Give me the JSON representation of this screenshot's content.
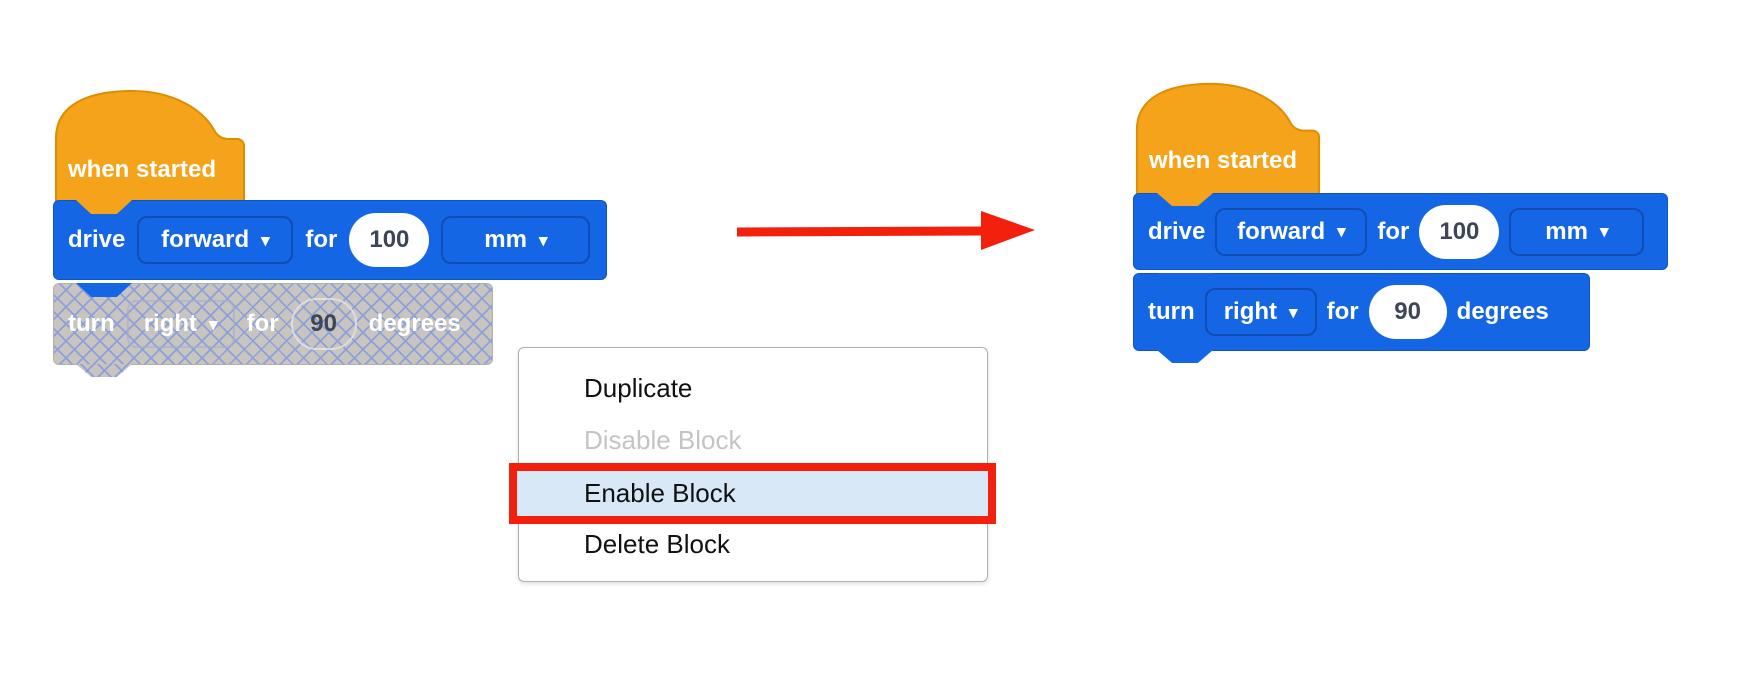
{
  "colors": {
    "block_blue": "#1566e4",
    "block_blue_border": "#0e55c8",
    "hat_orange": "#f5a31a",
    "hat_orange_border": "#dd8e00",
    "disabled_gray": "#c8c5c0",
    "hatch_line": "#8da1d9",
    "red_accent": "#f2200d",
    "menu_highlight": "#d8e8f7",
    "menu_border": "#b0b0b0",
    "disabled_text": "#c4c4c4",
    "value_text": "#3d4656"
  },
  "icons": {
    "dropdown_caret": "▾"
  },
  "left_stack": {
    "hat": {
      "label": "when started"
    },
    "drive": {
      "verb": "drive",
      "direction": "forward",
      "for_label": "for",
      "distance": "100",
      "unit": "mm"
    },
    "turn": {
      "verb": "turn",
      "direction": "right",
      "for_label": "for",
      "angle": "90",
      "unit_label": "degrees",
      "state": "disabled"
    }
  },
  "context_menu": {
    "items": [
      {
        "label": "Duplicate",
        "state": "normal"
      },
      {
        "label": "Disable Block",
        "state": "disabled"
      },
      {
        "label": "Enable Block",
        "state": "selected"
      },
      {
        "label": "Delete Block",
        "state": "normal"
      }
    ]
  },
  "right_stack": {
    "hat": {
      "label": "when started"
    },
    "drive": {
      "verb": "drive",
      "direction": "forward",
      "for_label": "for",
      "distance": "100",
      "unit": "mm"
    },
    "turn": {
      "verb": "turn",
      "direction": "right",
      "for_label": "for",
      "angle": "90",
      "unit_label": "degrees",
      "state": "enabled"
    }
  }
}
